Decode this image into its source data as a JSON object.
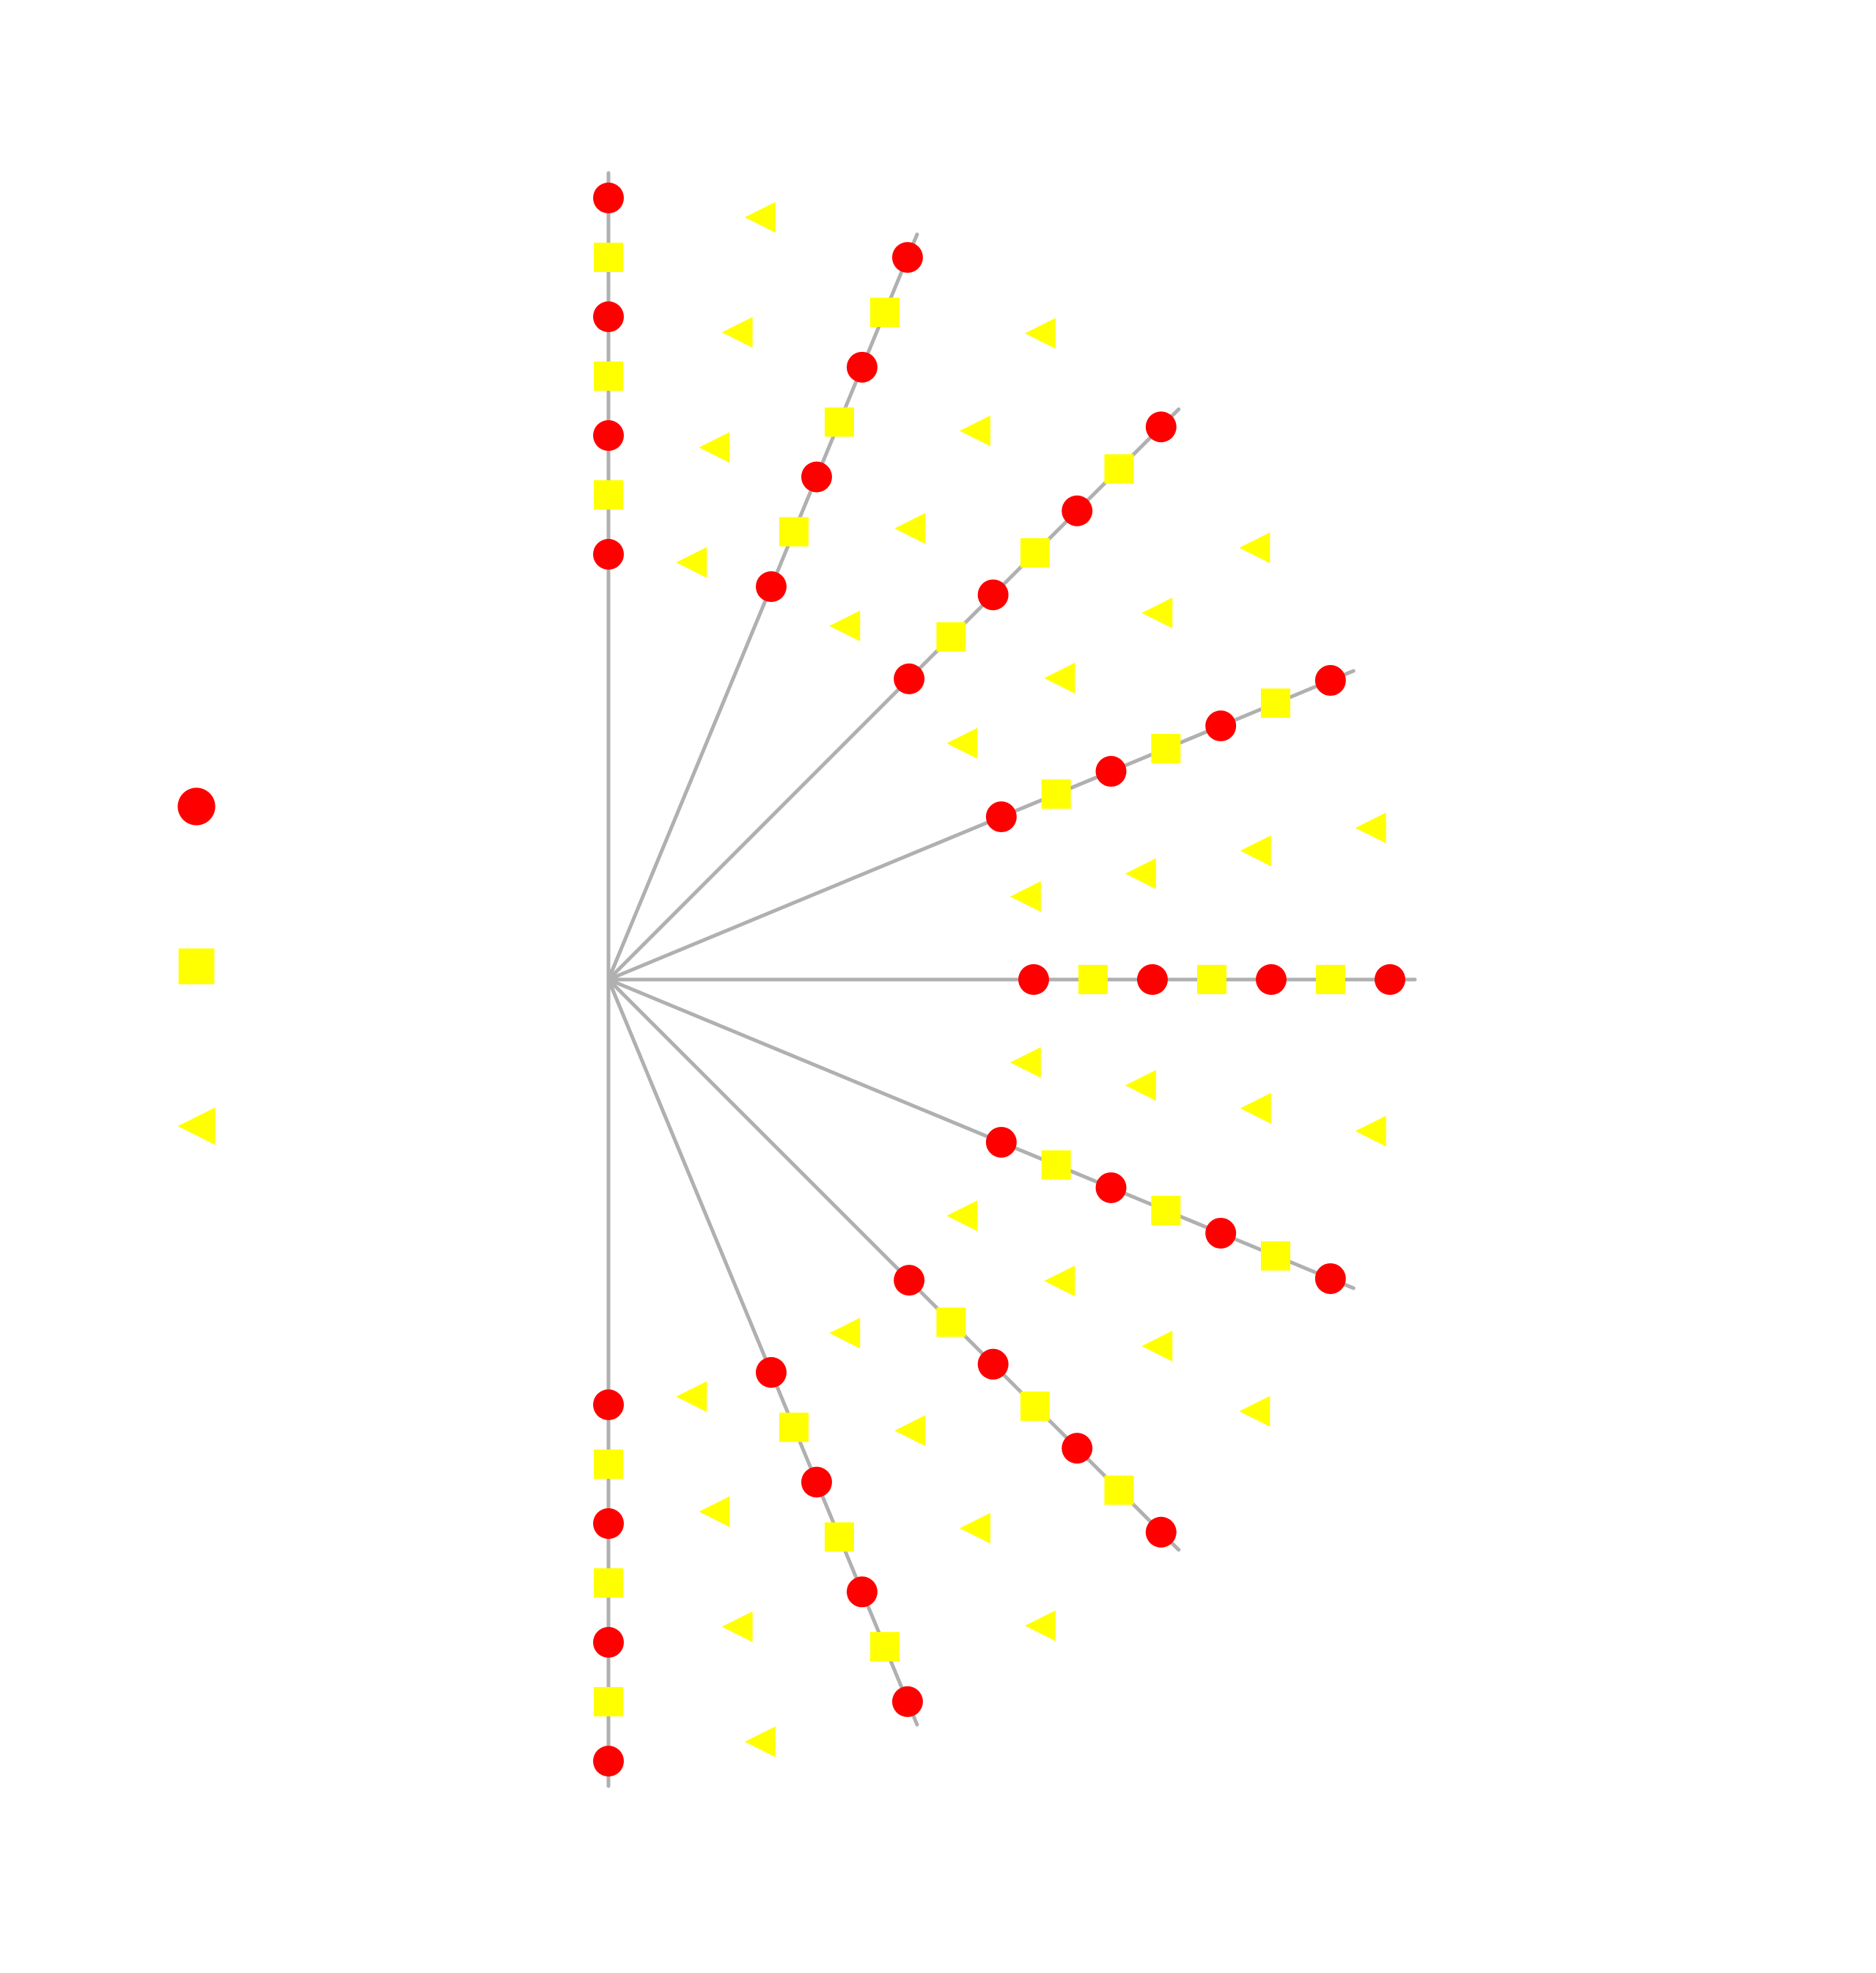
{
  "colors": {
    "background": "#ffffff",
    "ray": "#b0b0b0",
    "circle": "#ff0000",
    "square": "#ffff00",
    "triangle": "#ffff00"
  },
  "diagram": {
    "type": "radial-fan",
    "ray_count": 9,
    "angles_deg": [
      90,
      67.5,
      45,
      22.5,
      0,
      -22.5,
      -45,
      -67.5,
      -90
    ],
    "ray_marker_pattern": [
      "circle",
      "square",
      "circle",
      "square",
      "circle",
      "square",
      "circle"
    ],
    "between_ray_marker": "triangle",
    "between_ray_markers_per_gap": 4
  },
  "legend": {
    "items": [
      {
        "shape": "circle"
      },
      {
        "shape": "square"
      },
      {
        "shape": "triangle"
      }
    ]
  }
}
